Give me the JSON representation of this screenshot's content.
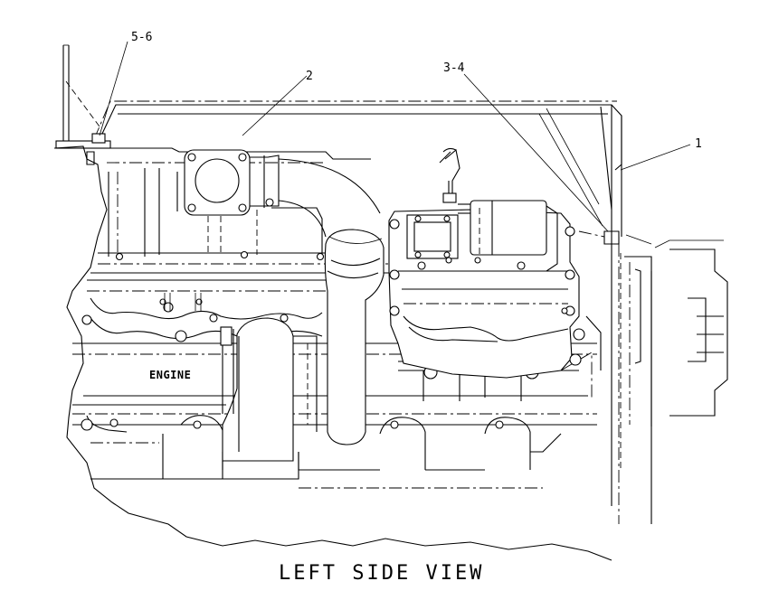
{
  "figure": {
    "title": "LEFT SIDE VIEW",
    "engine_label": "ENGINE",
    "callouts": {
      "c1": "1",
      "c2": "2",
      "c34": "3-4",
      "c56": "5-6"
    }
  }
}
